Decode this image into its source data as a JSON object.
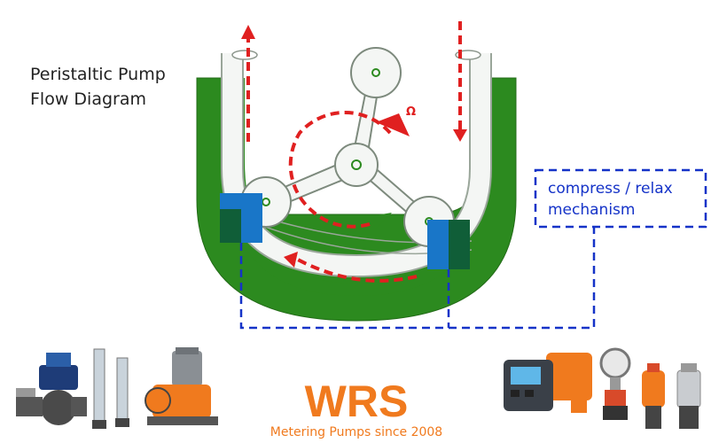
{
  "title": {
    "line1": "Peristaltic Pump",
    "line2": "Flow Diagram"
  },
  "callout": {
    "line1": "compress / relax",
    "line2": "mechanism"
  },
  "rotation_label": "Ω",
  "brand": {
    "name": "WRS",
    "tagline": "Metering Pumps since 2008"
  },
  "colors": {
    "housing": "#2c8a1f",
    "flow_arrows": "#e02020",
    "callout": "#1533c8",
    "compression_blocks": "#1976c8",
    "brand": "#f07a1e"
  },
  "icons": [
    "ball-valve-icon",
    "flowmeter-icon",
    "metering-pump-icon",
    "digital-dosing-pump-icon",
    "pressure-gauge-icon",
    "pulsation-dampener-icon",
    "back-pressure-valve-icon"
  ]
}
